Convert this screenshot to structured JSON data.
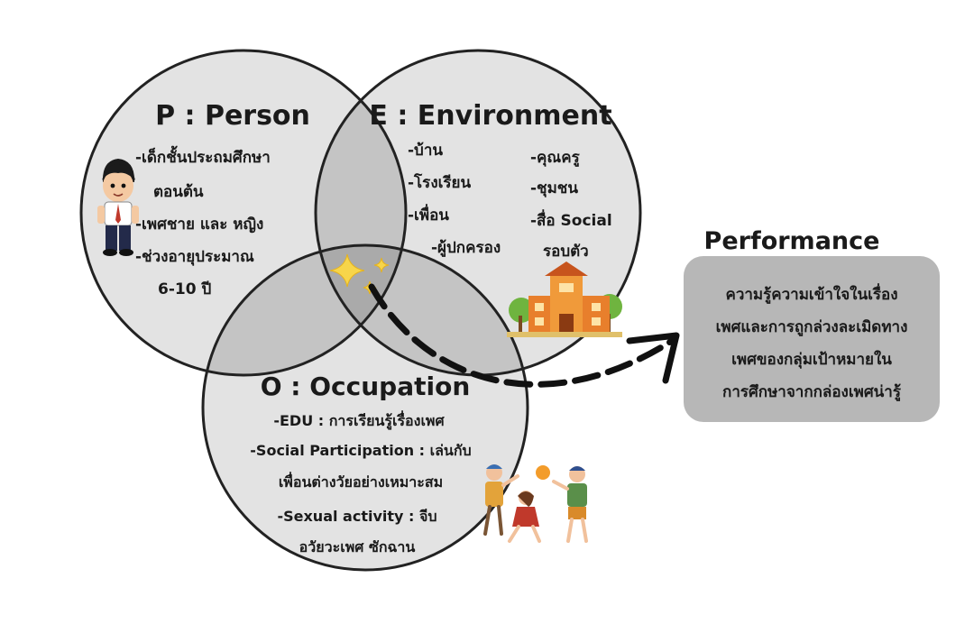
{
  "person": {
    "title": "P : Person",
    "items": [
      "-เด็กชั้นประถมศึกษา",
      "ตอนต้น",
      "-เพศชาย และ หญิง",
      "-ช่วงอายุประมาณ",
      "6-10 ปี"
    ]
  },
  "environment": {
    "title": "E : Environment",
    "left_items": [
      "-บ้าน",
      "-โรงเรียน",
      "-เพื่อน",
      "-ผู้ปกครอง"
    ],
    "right_items": [
      "-คุณครู",
      "-ชุมชน",
      "-สื่อ Social",
      "รอบตัว"
    ]
  },
  "occupation": {
    "title": "O : Occupation",
    "items": [
      "-EDU : การเรียนรู้เรื่องเพศ",
      "-Social Participation : เล่นกับ",
      "เพื่อนต่างวัยอย่างเหมาะสม",
      "-Sexual activity : จีบ",
      "อวัยวะเพศ ซักฉาน"
    ]
  },
  "performance": {
    "title": "Performance",
    "lines": [
      "ความรู้ความเข้าใจในเรื่อง",
      "เพศและการถูกล่วงละเมิดทาง",
      "เพศของกลุ่มเป้าหมายใน",
      "การศึกษาจากกล่องเพศน่ารู้"
    ]
  },
  "colors": {
    "circle_fill": "#e3e3e3",
    "overlap_fill": "#c4c4c4",
    "center_fill": "#aaaaaa",
    "outline": "#222222",
    "box_fill": "#b7b7b7",
    "sparkle": "#f7d54a"
  },
  "icons": {
    "person": "schoolboy-illustration",
    "environment": "school-building-illustration",
    "occupation": "children-playing-illustration",
    "sparkle": "sparkle-icon"
  }
}
